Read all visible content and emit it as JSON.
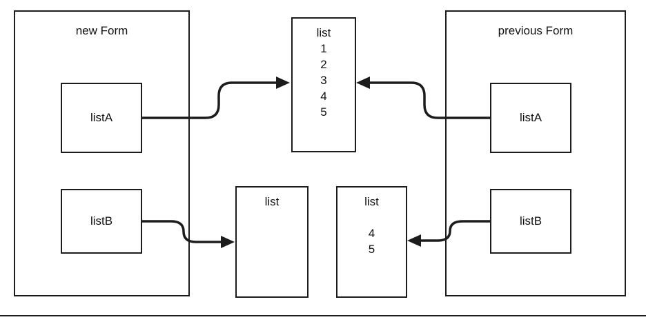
{
  "diagram": {
    "new_form": {
      "title": "new Form",
      "listA_label": "listA",
      "listB_label": "listB"
    },
    "previous_form": {
      "title": "previous Form",
      "listA_label": "listA",
      "listB_label": "listB"
    },
    "top_list": {
      "title": "list",
      "items": [
        "1",
        "2",
        "3",
        "4",
        "5"
      ]
    },
    "bottom_left_list": {
      "title": "list",
      "items": []
    },
    "bottom_right_list": {
      "title": "list",
      "items": [
        "4",
        "5"
      ]
    },
    "colors": {
      "stroke": "#1c1c1c",
      "background": "#ffffff"
    }
  }
}
